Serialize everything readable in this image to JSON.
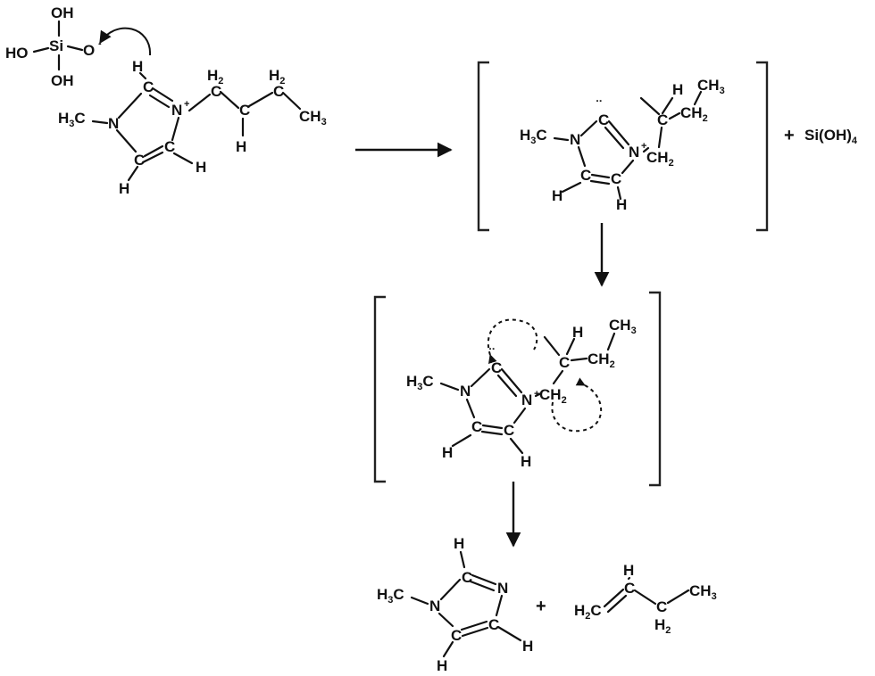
{
  "reactants": {
    "silicate": {
      "oh_top": "OH",
      "ho_left": "HO",
      "si": "Si",
      "oh_bottom": "OH",
      "o": "O",
      "charge": "-"
    },
    "bmim": {
      "h3c": "H",
      "h3c_sub": "3",
      "h3c_c": "C",
      "n1": "N",
      "c2": "C",
      "h2": "H",
      "n3": "N",
      "n3_charge": "+",
      "c4": "C",
      "c5": "C",
      "h4": "H",
      "h5": "H",
      "ch2a_h": "H",
      "ch2a_sub": "2",
      "ch2a_c": "C",
      "ch_c": "C",
      "ch_h": "H",
      "ch2b_h": "H",
      "ch2b_sub": "2",
      "ch2b_c": "C",
      "ch3": "CH",
      "ch3_sub": "3"
    }
  },
  "intermediate1": {
    "h3c": "H",
    "h3c_sub": "3",
    "h3c_c": "C",
    "n1": "N",
    "c2": "C",
    "n3": "N",
    "n3_charge": "+",
    "c4": "C",
    "c5": "C",
    "h4": "H",
    "h5": "H",
    "ch2": "CH",
    "ch2_sub": "2",
    "c": "C",
    "h": "H",
    "ch2b": "CH",
    "ch2b_sub": "2",
    "ch3": "CH",
    "ch3_sub": "3",
    "byproduct": "Si(OH)",
    "byproduct_sub": "4",
    "plus": "+"
  },
  "intermediate2": {
    "h3c": "H",
    "h3c_sub": "3",
    "h3c_c": "C",
    "n1": "N",
    "c2": "C",
    "n3": "N",
    "n3_charge": "+",
    "c4": "C",
    "c5": "C",
    "h4": "H",
    "h5": "H",
    "ch2": "CH",
    "ch2_sub": "2",
    "c": "C",
    "h": "H",
    "ch2b": "CH",
    "ch2b_sub": "2",
    "ch3": "CH",
    "ch3_sub": "3"
  },
  "products": {
    "imidazole": {
      "h3c": "H",
      "h3c_sub": "3",
      "h3c_c": "C",
      "n1": "N",
      "c2": "C",
      "h2": "H",
      "n3": "N",
      "c4": "C",
      "c5": "C",
      "h4": "H",
      "h5": "H"
    },
    "plus": "+",
    "butene": {
      "h2c": "H",
      "h2c_sub": "2",
      "h2c_c": "C",
      "ch": "C",
      "ch_h": "H",
      "ch2": "C",
      "ch2_h": "H",
      "ch2_sub": "2",
      "ch3": "CH",
      "ch3_sub": "3"
    }
  }
}
